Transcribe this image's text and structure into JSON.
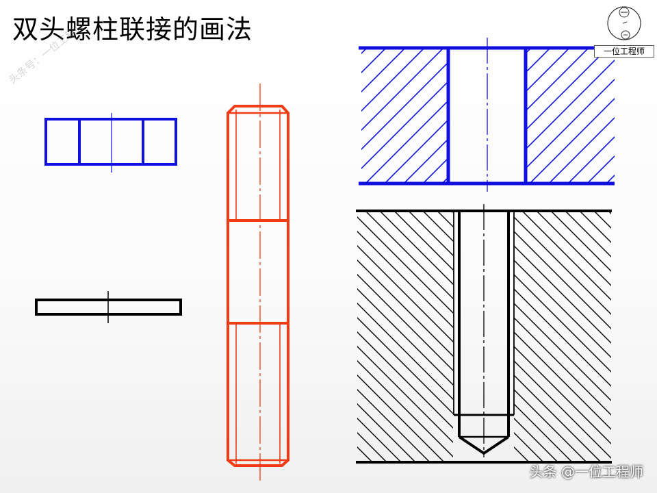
{
  "title": "双头螺柱联接的画法",
  "watermark_left": "头条号：一位工程师",
  "logo": {
    "label": "一位工程师",
    "seal_text": "一位工程"
  },
  "footer_credit": "头条 @一位工程师",
  "colors": {
    "blue": "#1010e0",
    "red": "#f03c14",
    "black": "#000000"
  }
}
